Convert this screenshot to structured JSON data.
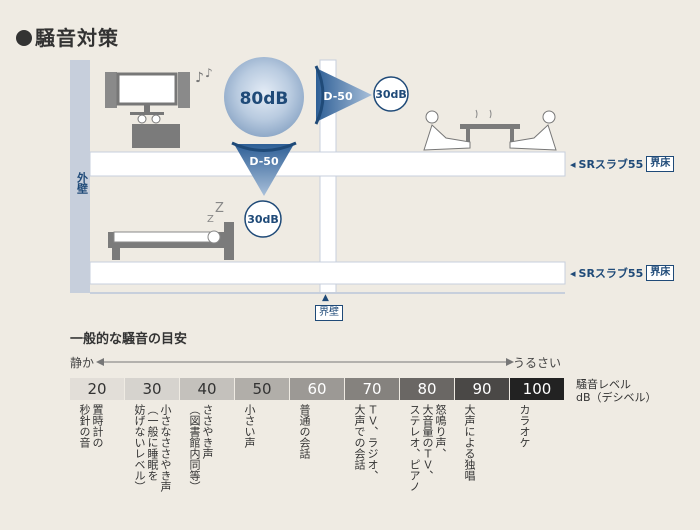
{
  "title": "騒音対策",
  "diagram": {
    "source_db": "80dB",
    "reduction_label_side": "D-50",
    "reduction_label_down": "D-50",
    "result_right": "30dB",
    "result_below": "30dB",
    "outer_wall_label": "外壁",
    "boundary_wall_label": "界壁",
    "slabs": [
      {
        "label": "SRスラブ55",
        "tag": "界床"
      },
      {
        "label": "SRスラブ55",
        "tag": "界床"
      }
    ],
    "zzz": "Z Z",
    "colors": {
      "accent": "#1f4a78",
      "wall": "#c7cfdc",
      "floor": "#ffffff",
      "room": "#efebe3"
    }
  },
  "scale": {
    "title": "一般的な騒音の目安",
    "quiet_label": "静か",
    "loud_label": "うるさい",
    "unit_line1": "騒音レベル",
    "unit_line2": "dB（デシベル）",
    "levels": [
      {
        "value": "20",
        "desc": "置時計の\n秒針の音",
        "bg": "#e2ded8",
        "fg": "#333"
      },
      {
        "value": "30",
        "desc": "小さなささやき声\n（一般に睡眠を\n妨げないレベル）",
        "bg": "#d6d3ce",
        "fg": "#333"
      },
      {
        "value": "40",
        "desc": "ささやき声\n（図書館内同等）",
        "bg": "#c4c1bc",
        "fg": "#333"
      },
      {
        "value": "50",
        "desc": "小さい声",
        "bg": "#b1aea9",
        "fg": "#333"
      },
      {
        "value": "60",
        "desc": "普通の会話",
        "bg": "#9c9995",
        "fg": "#fff"
      },
      {
        "value": "70",
        "desc": "ＴＶ、ラジオ、\n大声での会話",
        "bg": "#85827e",
        "fg": "#fff"
      },
      {
        "value": "80",
        "desc": "怒鳴り声、\n大音量のＴＶ、\nステレオ、ピアノ",
        "bg": "#6a6764",
        "fg": "#fff"
      },
      {
        "value": "90",
        "desc": "大声による独唱",
        "bg": "#4a4846",
        "fg": "#fff"
      },
      {
        "value": "100",
        "desc": "カラオケ",
        "bg": "#222",
        "fg": "#fff"
      }
    ]
  }
}
